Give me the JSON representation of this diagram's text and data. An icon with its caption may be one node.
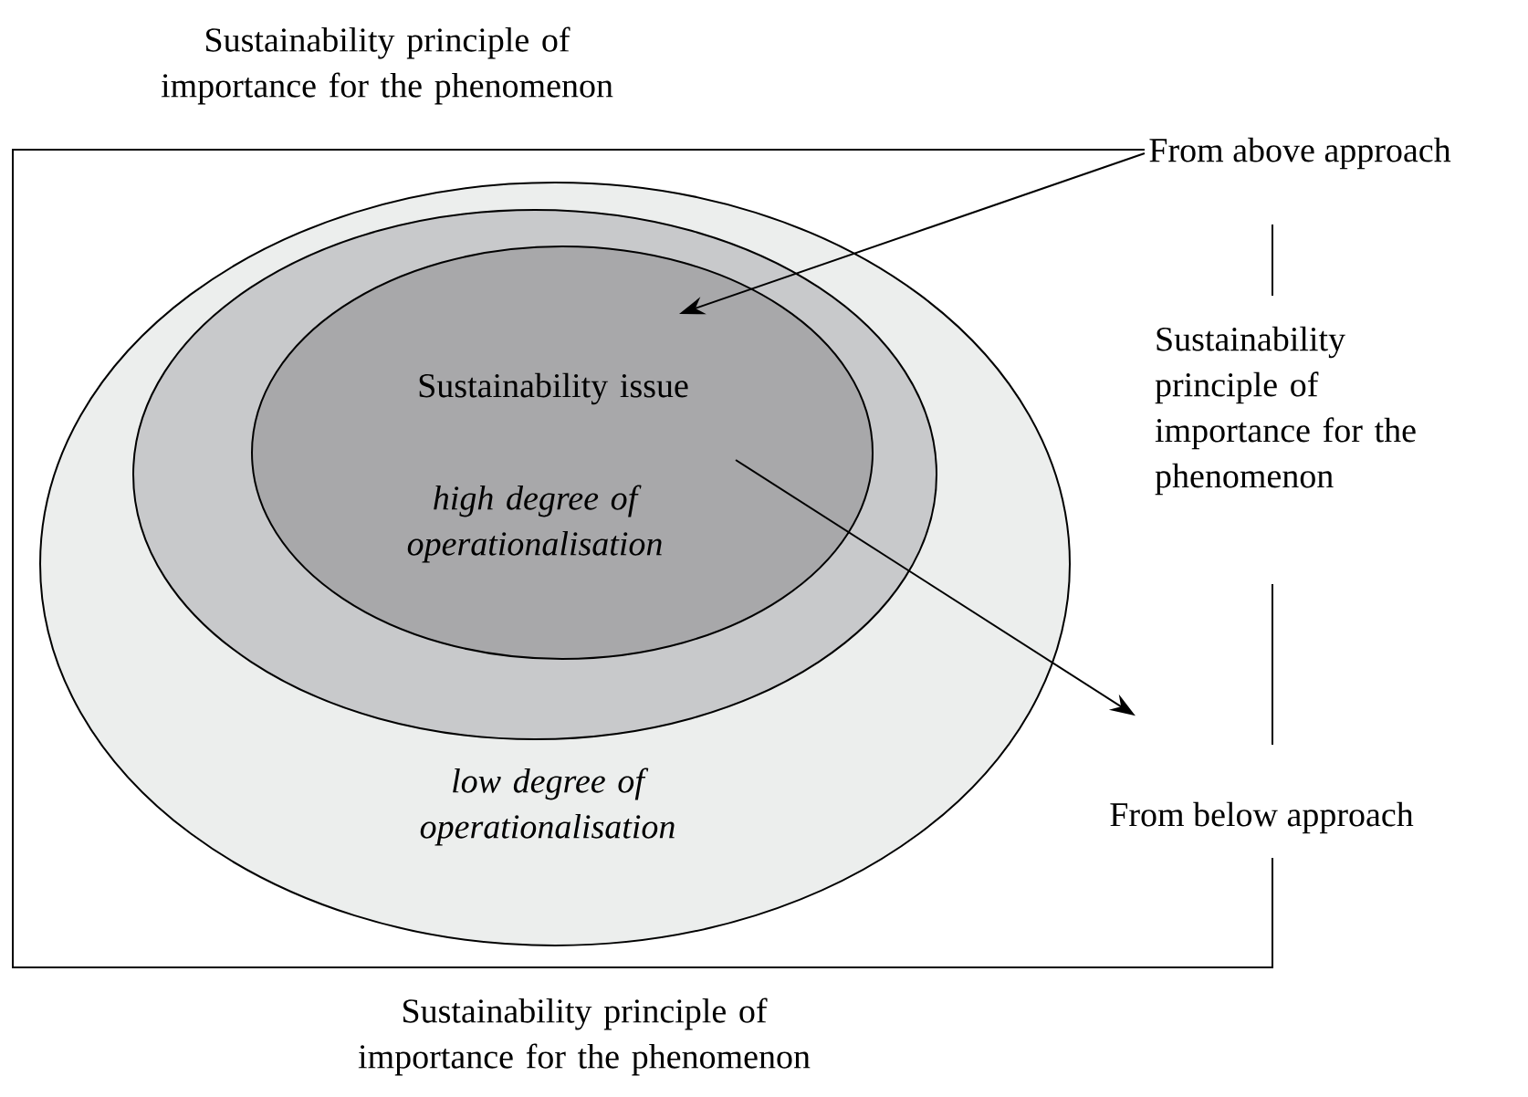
{
  "diagram": {
    "nodes": [
      {
        "text": [],
        "shape": "box"
      },
      {
        "text": [
          "low degree of operationalisation"
        ],
        "in": 0
      },
      {
        "text": [],
        "shape": "ellipse",
        "in": 1
      },
      {
        "text": [
          "Sustainability issue",
          "high degree of operationalisation"
        ],
        "in": 2
      },
      {
        "text": [
          "From above approach"
        ]
      },
      {
        "text": [
          "From below approach"
        ]
      }
    ],
    "edges": [
      {
        "from": 4,
        "to": 3,
        "arrow": "to"
      },
      {
        "from": 3,
        "to": 5,
        "arrow": "to"
      }
    ],
    "labels": [
      "Sustainability principle of importance for the phenomenon",
      "Sustainability principle of importance for the phenomenon",
      "Sustainability principle of importance for the phenomenon"
    ]
  }
}
